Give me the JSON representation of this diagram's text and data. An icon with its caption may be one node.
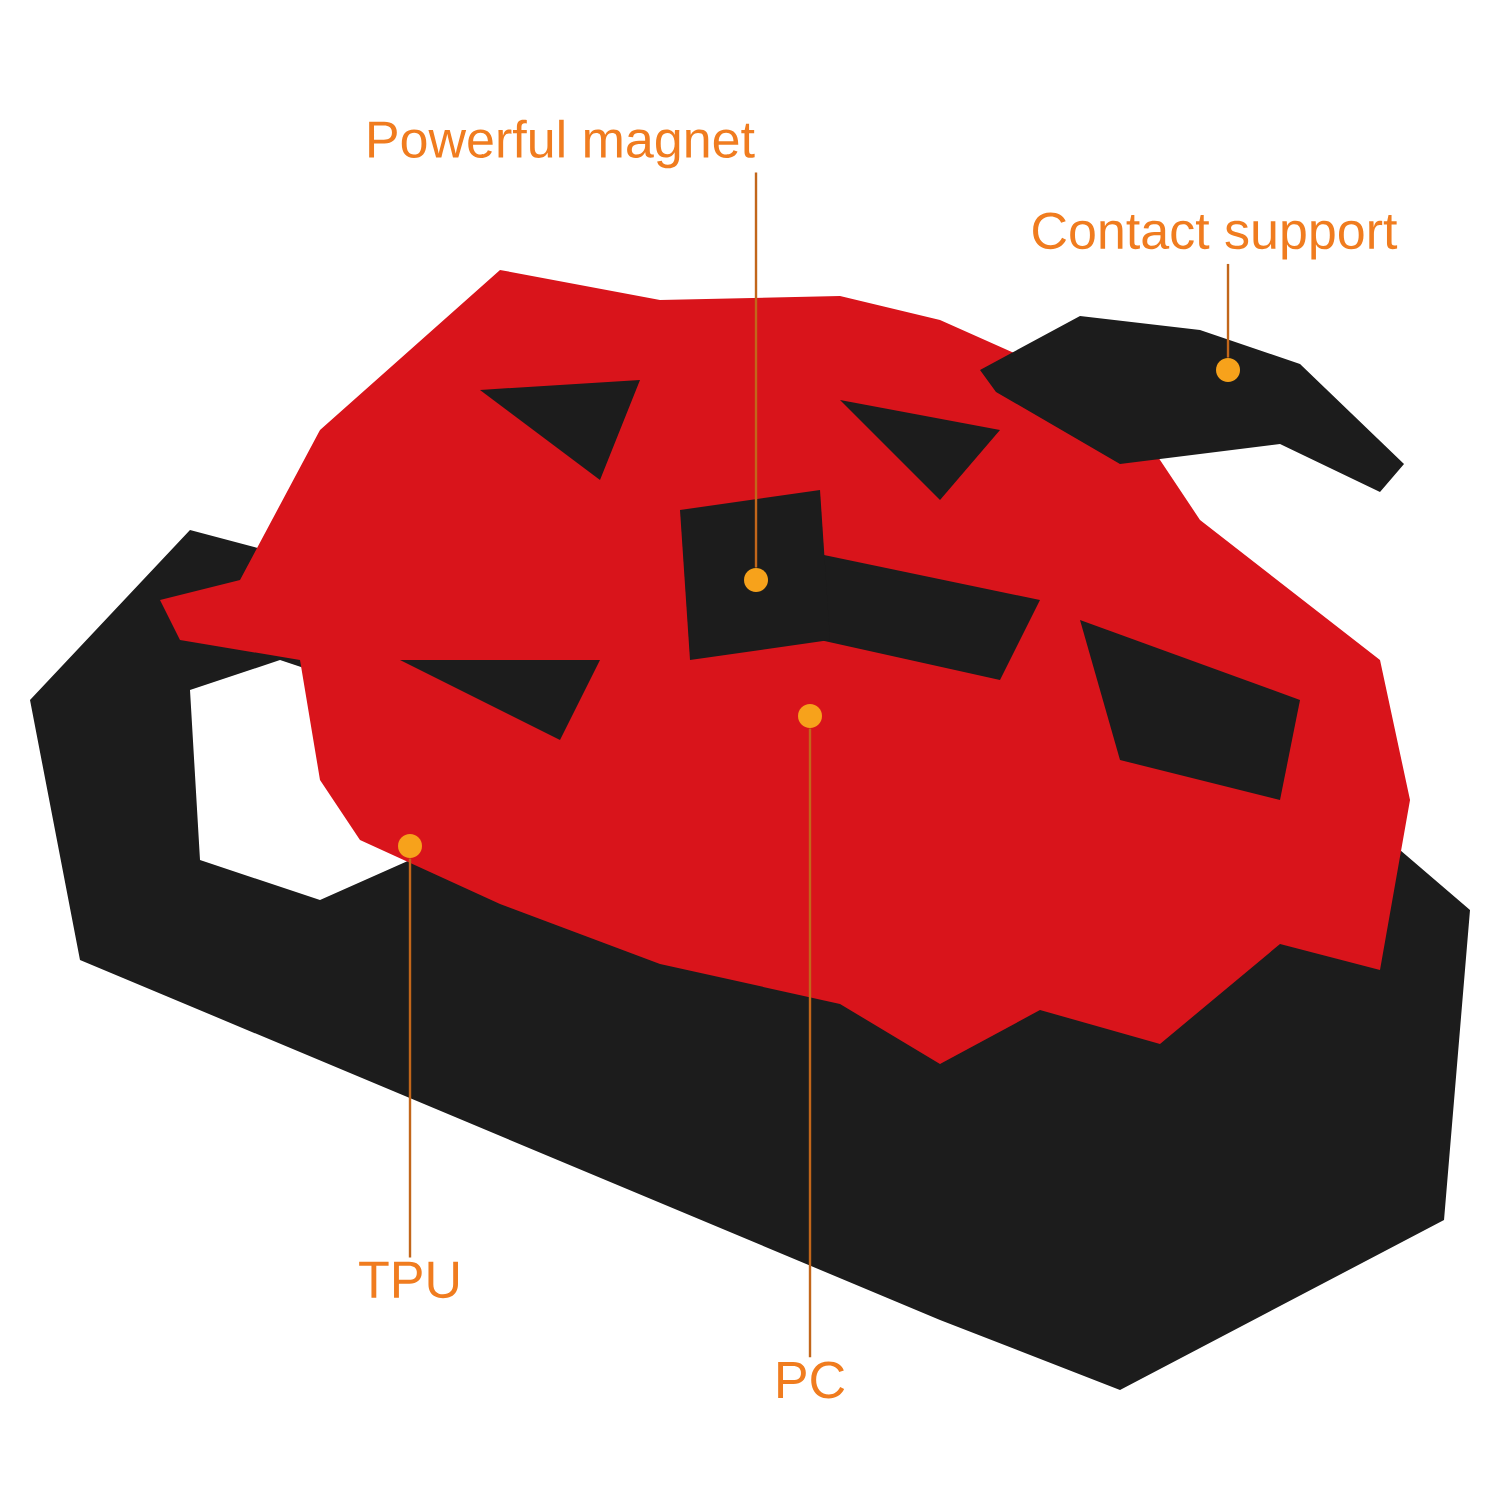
{
  "diagram": {
    "nodes": [
      {
        "text": [
          "Powerful magnet"
        ]
      },
      {
        "text": [
          "Contact support"
        ]
      },
      {
        "text": [
          "TPU"
        ]
      },
      {
        "text": [
          "PC"
        ]
      },
      {
        "text": [],
        "shape": "circle"
      },
      {
        "text": [],
        "shape": "circle"
      },
      {
        "text": [],
        "shape": "circle"
      },
      {
        "text": [],
        "shape": "circle"
      }
    ],
    "edges": [
      {
        "from": 0,
        "to": 4,
        "arrow": "none"
      },
      {
        "from": 1,
        "to": 5,
        "arrow": "none"
      },
      {
        "from": 2,
        "to": 6,
        "arrow": "none"
      },
      {
        "from": 3,
        "to": 7,
        "arrow": "none"
      }
    ]
  }
}
